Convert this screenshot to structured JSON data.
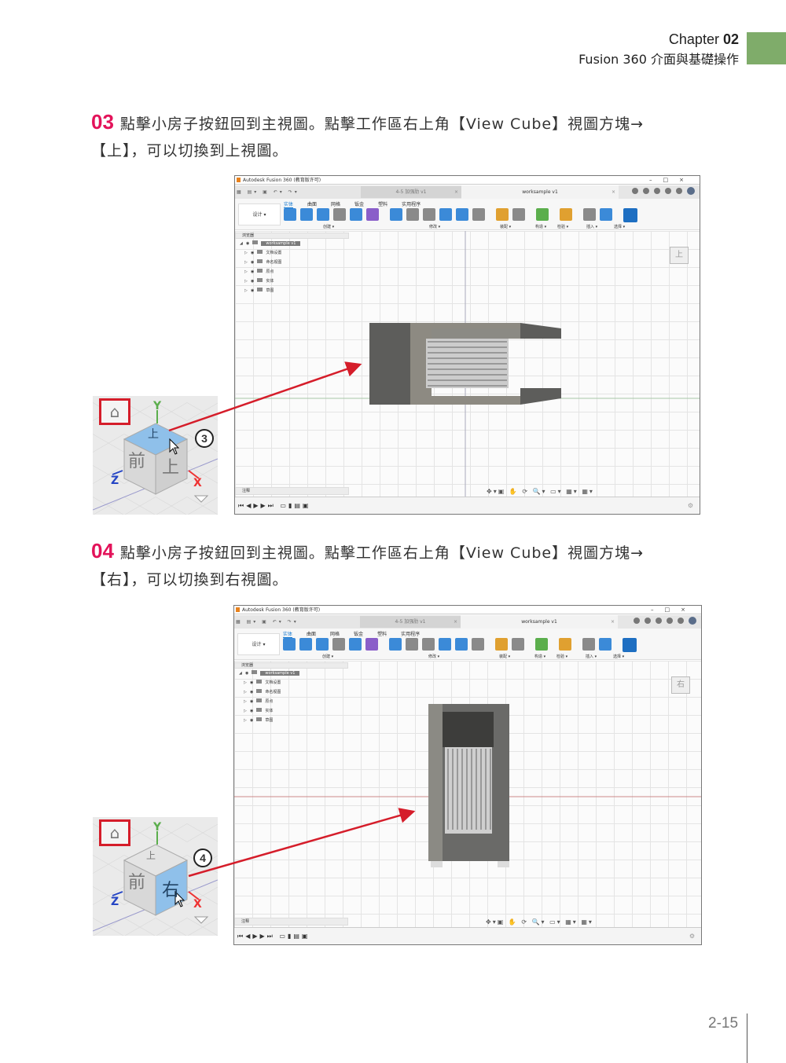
{
  "header": {
    "chapter_label": "Chapter",
    "chapter_num": "02",
    "chapter_title": "Fusion 360 介面與基礎操作",
    "accent": "#7fac6a"
  },
  "steps": [
    {
      "num": "03",
      "line1": "點擊小房子按鈕回到主視圖。點擊工作區右上角【View Cube】視圖方塊→",
      "line2": "【上】，可以切換到上視圖。",
      "cube_face": "上",
      "badge": "3",
      "vcube_label": "上"
    },
    {
      "num": "04",
      "line1": "點擊小房子按鈕回到主視圖。點擊工作區右上角【View Cube】視圖方塊→",
      "line2": "【右】，可以切換到右視圖。",
      "cube_face": "右",
      "badge": "4",
      "vcube_label": "右"
    }
  ],
  "app": {
    "title": "Autodesk Fusion 360 (教育版许可)",
    "window_controls": "–□×",
    "tab_inactive": "4-5 加强肋 v1",
    "tab_active": "worksample v1",
    "design_dropdown": "设计 ▾",
    "ribbon_tabs": [
      "实体",
      "曲面",
      "网格",
      "钣金",
      "塑料",
      "实用程序"
    ],
    "ribbon_groups": [
      "创建 ▾",
      "修改 ▾",
      "装配 ▾",
      "构造 ▾",
      "检验 ▾",
      "插入 ▾",
      "选择 ▾"
    ],
    "browser_title": "浏览器",
    "tree": [
      "worksample v1",
      "文档设置",
      "命名视图",
      "原点",
      "实体",
      "草图"
    ],
    "comments": "注释",
    "cube_faces": {
      "front": "前",
      "right": "右",
      "top": "上"
    },
    "axes": {
      "x": "X",
      "y": "Y",
      "z": "Z"
    }
  },
  "page_number": "2-15"
}
